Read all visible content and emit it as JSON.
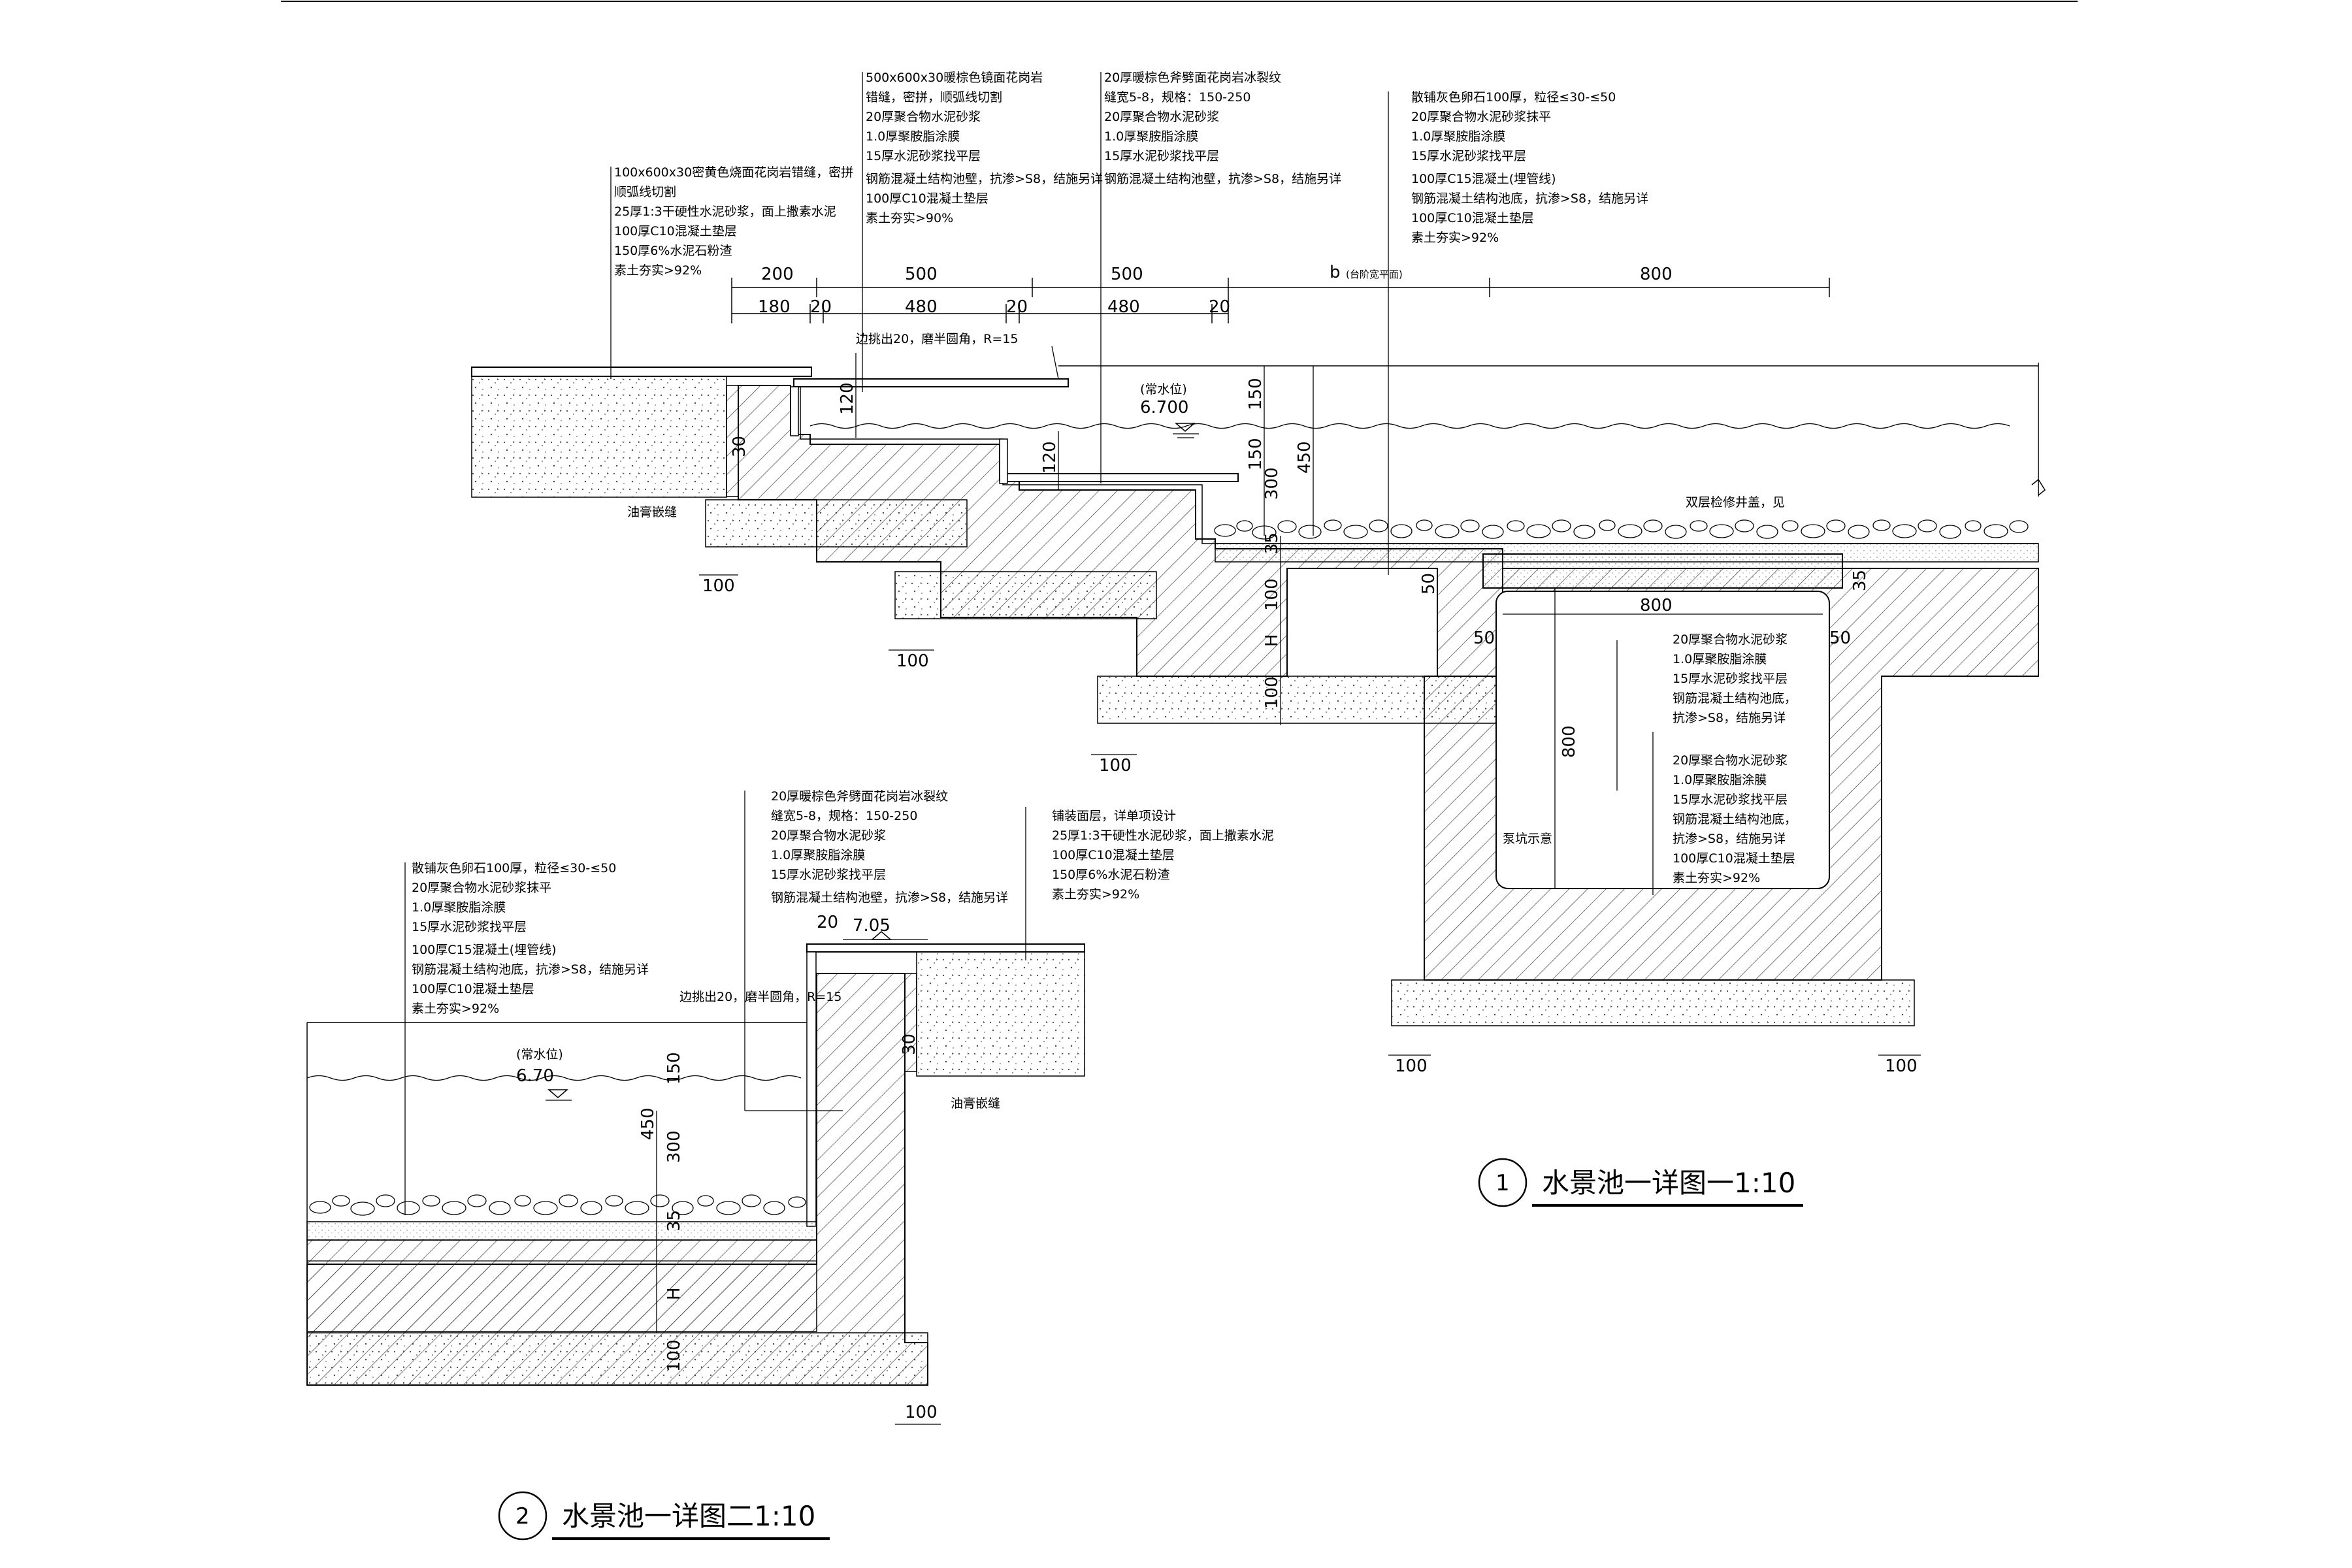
{
  "detail1": {
    "number": "1",
    "title": "水景池一详图一1:10",
    "notes_paving_left": [
      "100x600x30密黄色烧面花岗岩错缝，密拼",
      "顺弧线切割",
      "25厚1:3干硬性水泥砂浆，面上撒素水泥",
      "100厚C10混凝土垫层",
      "150厚6%水泥石粉渣",
      "素土夯实>92%"
    ],
    "notes_coping1": [
      "500x600x30暖棕色镜面花岗岩",
      "错缝，密拼，顺弧线切割",
      "20厚聚合物水泥砂浆",
      "1.0厚聚胺脂涂膜",
      "15厚水泥砂浆找平层",
      "钢筋混凝土结构池壁，抗渗>S8，结施另详",
      "100厚C10混凝土垫层",
      "素土夯实>90%"
    ],
    "notes_coping2": [
      "20厚暖棕色斧劈面花岗岩冰裂纹",
      "缝宽5-8，规格：150-250",
      "20厚聚合物水泥砂浆",
      "1.0厚聚胺脂涂膜",
      "15厚水泥砂浆找平层",
      "钢筋混凝土结构池壁，抗渗>S8，结施另详"
    ],
    "notes_bottom": [
      "散铺灰色卵石100厚，粒径≤30-≤50",
      "20厚聚合物水泥砂浆抹平",
      "1.0厚聚胺脂涂膜",
      "15厚水泥砂浆找平层",
      "100厚C15混凝土(埋管线)",
      "钢筋混凝土结构池底，抗渗>S8，结施另详",
      "100厚C10混凝土垫层",
      "素土夯实>92%"
    ],
    "notes_pit_wall": [
      "20厚聚合物水泥砂浆",
      "1.0厚聚胺脂涂膜",
      "15厚水泥砂浆找平层",
      "钢筋混凝土结构池底，",
      "抗渗>S8，结施另详"
    ],
    "notes_pit_base": [
      "20厚聚合物水泥砂浆",
      "1.0厚聚胺脂涂膜",
      "15厚水泥砂浆找平层",
      "钢筋混凝土结构池底，",
      "抗渗>S8，结施另详",
      "100厚C10混凝土垫层",
      "素土夯实>92%"
    ],
    "edge_note": "边挑出20，磨半圆角，R=15",
    "water_level_label": "(常水位)",
    "water_level": "6.700",
    "joint_label": "油膏嵌缝",
    "cover_label": "双层检修井盖，见",
    "pump_label": "泵坑示意",
    "b_label": "b",
    "b_note": "(台阶宽平面)",
    "top_dims": [
      "200",
      "500",
      "500",
      "800"
    ],
    "sub_dims": [
      "180",
      "20",
      "480",
      "20",
      "480",
      "20"
    ],
    "vert_dims": [
      "150",
      "150",
      "300",
      "450",
      "35",
      "100",
      "H",
      "100",
      "120",
      "120",
      "30",
      "50",
      "50",
      "50",
      "35"
    ],
    "pit_width": "800",
    "pit_depth": "800",
    "base_dims": [
      "100",
      "100",
      "100",
      "100",
      "100"
    ]
  },
  "detail2": {
    "number": "2",
    "title": "水景池一详图二1:10",
    "notes_bottom": [
      "散铺灰色卵石100厚，粒径≤30-≤50",
      "20厚聚合物水泥砂浆抹平",
      "1.0厚聚胺脂涂膜",
      "15厚水泥砂浆找平层",
      "100厚C15混凝土(埋管线)",
      "钢筋混凝土结构池底，抗渗>S8，结施另详",
      "100厚C10混凝土垫层",
      "素土夯实>92%"
    ],
    "notes_coping": [
      "20厚暖棕色斧劈面花岗岩冰裂纹",
      "缝宽5-8，规格：150-250",
      "20厚聚合物水泥砂浆",
      "1.0厚聚胺脂涂膜",
      "15厚水泥砂浆找平层",
      "钢筋混凝土结构池壁，抗渗>S8，结施另详"
    ],
    "notes_paving": [
      "铺装面层，详单项设计",
      "25厚1:3干硬性水泥砂浆，面上撒素水泥",
      "100厚C10混凝土垫层",
      "150厚6%水泥石粉渣",
      "素土夯实>92%"
    ],
    "edge_note": "边挑出20，磨半圆角，R=15",
    "water_level_label": "(常水位)",
    "water_level": "6.70",
    "top_level": "7.05",
    "joint_label": "油膏嵌缝",
    "dims": [
      "20",
      "30",
      "150",
      "300",
      "450",
      "35",
      "H",
      "100",
      "100"
    ]
  }
}
